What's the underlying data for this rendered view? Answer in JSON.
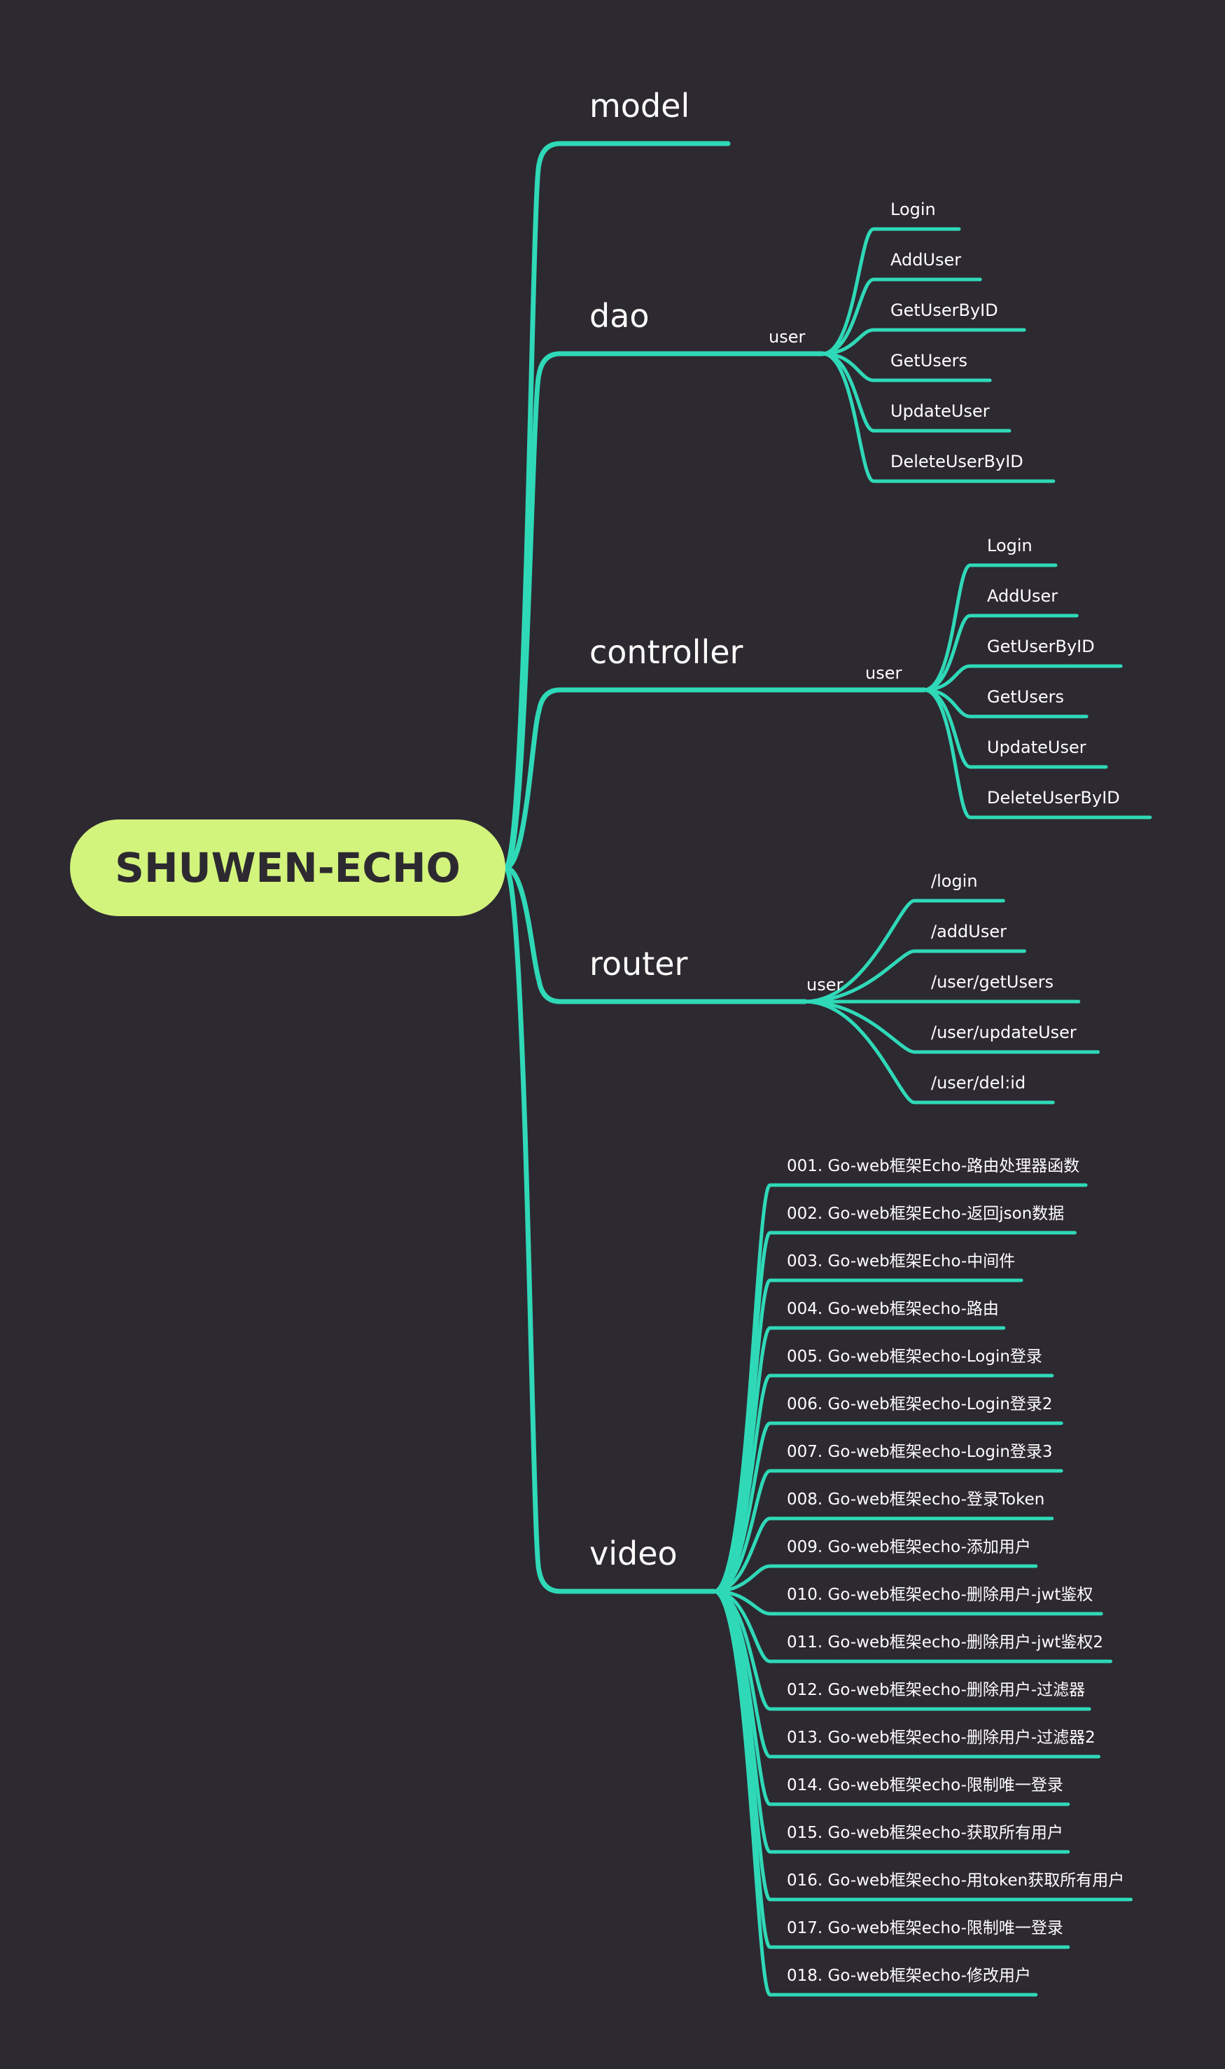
{
  "title": "SHUWEN-ECHO",
  "colors": {
    "background": "#2d2930",
    "root_fill": "#d2f47c",
    "root_text": "#2d2930",
    "line": "#2fd9b8",
    "text": "#ffffff"
  },
  "branches": [
    {
      "label": "model",
      "group": "",
      "children": []
    },
    {
      "label": "dao",
      "group": "user",
      "children": [
        "Login",
        "AddUser",
        "GetUserByID",
        "GetUsers",
        "UpdateUser",
        "DeleteUserByID"
      ]
    },
    {
      "label": "controller",
      "group": "user",
      "children": [
        "Login",
        "AddUser",
        "GetUserByID",
        "GetUsers",
        "UpdateUser",
        "DeleteUserByID"
      ]
    },
    {
      "label": "router",
      "group": "user",
      "children": [
        "/login",
        "/addUser",
        "/user/getUsers",
        "/user/updateUser",
        "/user/del:id"
      ]
    },
    {
      "label": "video",
      "group": "",
      "children": [
        "001. Go-web框架Echo-路由处理器函数",
        "002. Go-web框架Echo-返回json数据",
        "003. Go-web框架Echo-中间件",
        "004. Go-web框架echo-路由",
        "005. Go-web框架echo-Login登录",
        "006. Go-web框架echo-Login登录2",
        "007. Go-web框架echo-Login登录3",
        "008. Go-web框架echo-登录Token",
        "009. Go-web框架echo-添加用户",
        "010. Go-web框架echo-删除用户-jwt鉴权",
        "011. Go-web框架echo-删除用户-jwt鉴权2",
        "012. Go-web框架echo-删除用户-过滤器",
        "013. Go-web框架echo-删除用户-过滤器2",
        "014. Go-web框架echo-限制唯一登录",
        "015. Go-web框架echo-获取所有用户",
        "016. Go-web框架echo-用token获取所有用户",
        "017. Go-web框架echo-限制唯一登录",
        "018. Go-web框架echo-修改用户"
      ]
    }
  ]
}
